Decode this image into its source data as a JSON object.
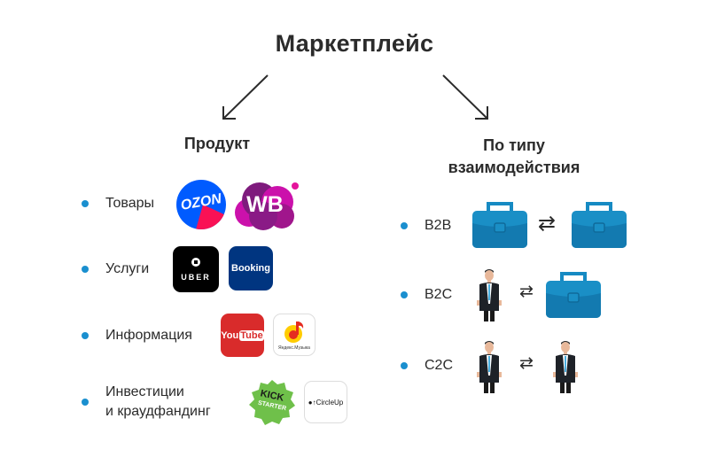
{
  "title": "Маркетплейс",
  "colors": {
    "accent": "#1a8fcf",
    "text": "#2b2b2b",
    "briefcase": "#1a8fc6"
  },
  "left": {
    "heading": "Продукт",
    "items": [
      {
        "label": "Товары",
        "logos": [
          {
            "name": "OZON",
            "text": "OZON"
          },
          {
            "name": "Wildberries",
            "text": "WB"
          }
        ]
      },
      {
        "label": "Услуги",
        "logos": [
          {
            "name": "Uber",
            "text": "UBER"
          },
          {
            "name": "Booking",
            "text": "Booking"
          }
        ]
      },
      {
        "label": "Информация",
        "logos": [
          {
            "name": "YouTube",
            "text_a": "You",
            "text_b": "Tube"
          },
          {
            "name": "Yandex Music",
            "text": "Яндекс.Музыка"
          }
        ]
      },
      {
        "label_line1": "Инвестиции",
        "label_line2": "и краудфандинг",
        "logos": [
          {
            "name": "Kickstarter",
            "text_a": "KICK",
            "text_b": "STARTER"
          },
          {
            "name": "CircleUp",
            "text": "CircleUp"
          }
        ]
      }
    ]
  },
  "right": {
    "heading_line1": "По типу",
    "heading_line2": "взаимодействия",
    "items": [
      {
        "label": "B2B",
        "from": "business",
        "to": "business",
        "exchange_icon": "⇄"
      },
      {
        "label": "B2C",
        "from": "person",
        "to": "business",
        "exchange_icon": "⇄"
      },
      {
        "label": "C2C",
        "from": "person",
        "to": "person",
        "exchange_icon": "⇄"
      }
    ]
  }
}
